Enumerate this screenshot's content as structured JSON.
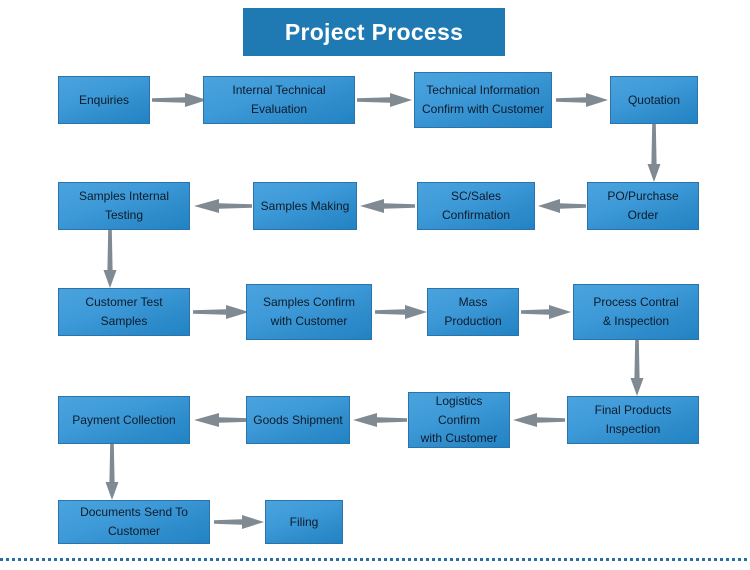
{
  "title": {
    "text": "Project Process",
    "background_color": "#1f7ab4",
    "text_color": "#ffffff"
  },
  "theme": {
    "box_fill_light": "#4aa3dd",
    "box_fill_dark": "#2183c4",
    "box_border": "#2a74ab",
    "arrow_color": "#808a93",
    "divider_color": "#2a6ea8",
    "text_color": "#0d1b2a",
    "background": "#ffffff"
  },
  "flow": {
    "rows": [
      {
        "direction": "left-to-right",
        "nodes": [
          {
            "id": "enquiries",
            "label": "Enquiries"
          },
          {
            "id": "internal-technical-evaluation",
            "label": "Internal Technical Evaluation"
          },
          {
            "id": "technical-information-confirm",
            "label": "Technical Information\nConfirm with Customer"
          },
          {
            "id": "quotation",
            "label": "Quotation"
          }
        ]
      },
      {
        "direction": "right-to-left",
        "nodes": [
          {
            "id": "samples-internal-testing",
            "label": "Samples Internal Testing"
          },
          {
            "id": "samples-making",
            "label": "Samples Making"
          },
          {
            "id": "sc-sales-confirmation",
            "label": "SC/Sales Confirmation"
          },
          {
            "id": "po-purchase-order",
            "label": "PO/Purchase Order"
          }
        ]
      },
      {
        "direction": "left-to-right",
        "nodes": [
          {
            "id": "customer-test-samples",
            "label": "Customer Test Samples"
          },
          {
            "id": "samples-confirm-with-customer",
            "label": "Samples Confirm\nwith Customer"
          },
          {
            "id": "mass-production",
            "label": "Mass Production"
          },
          {
            "id": "process-contral-inspection",
            "label": "Process Contral\n& Inspection"
          }
        ]
      },
      {
        "direction": "right-to-left",
        "nodes": [
          {
            "id": "payment-collection",
            "label": "Payment Collection"
          },
          {
            "id": "goods-shipment",
            "label": "Goods Shipment"
          },
          {
            "id": "logistics-confirm-with-customer",
            "label": "Logistics Confirm\nwith Customer"
          },
          {
            "id": "final-products-inspection",
            "label": "Final Products Inspection"
          }
        ]
      },
      {
        "direction": "left-to-right",
        "nodes": [
          {
            "id": "documents-send-to-customer",
            "label": "Documents Send To Customer"
          },
          {
            "id": "filing",
            "label": "Filing"
          }
        ]
      }
    ]
  }
}
